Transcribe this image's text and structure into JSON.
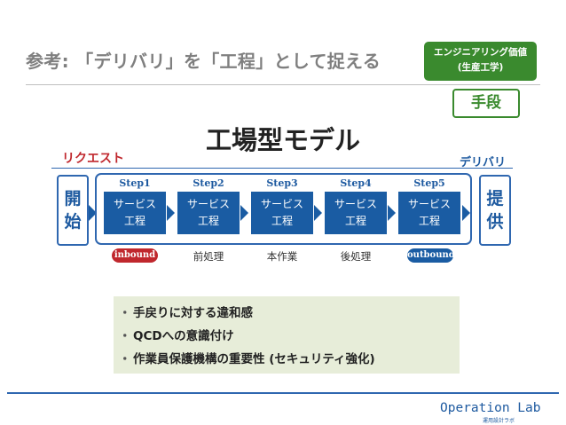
{
  "slide": {
    "title": "参考: 「デリバリ」を「工程」として捉える",
    "badge": {
      "line1": "エンジニアリング価値",
      "line2": "(生産工学)"
    },
    "means": "手段"
  },
  "diagram": {
    "title": "工場型モデル",
    "request_label": "リクエスト",
    "delivery_label": "デリバリ",
    "start_box": [
      "開",
      "始"
    ],
    "end_box": [
      "提",
      "供"
    ],
    "steps": [
      {
        "label": "Step1",
        "line1": "サービス",
        "line2": "工程"
      },
      {
        "label": "Step2",
        "line1": "サービス",
        "line2": "工程"
      },
      {
        "label": "Step3",
        "line1": "サービス",
        "line2": "工程"
      },
      {
        "label": "Step4",
        "line1": "サービス",
        "line2": "工程"
      },
      {
        "label": "Step5",
        "line1": "サービス",
        "line2": "工程"
      }
    ],
    "phases": {
      "inbound": "inbound",
      "pre": "前処理",
      "main": "本作業",
      "post": "後処理",
      "outbound": "outbound"
    },
    "colors": {
      "blue": "#1a5ca3",
      "red": "#c0272d",
      "green": "#3a8a2e"
    }
  },
  "bullets": [
    "手戻りに対する違和感",
    "QCDへの意識付け",
    "作業員保護機構の重要性 (セキュリティ強化)"
  ],
  "footer": {
    "brand": "Operation Lab",
    "brand_sub": "運用設計ラボ"
  }
}
